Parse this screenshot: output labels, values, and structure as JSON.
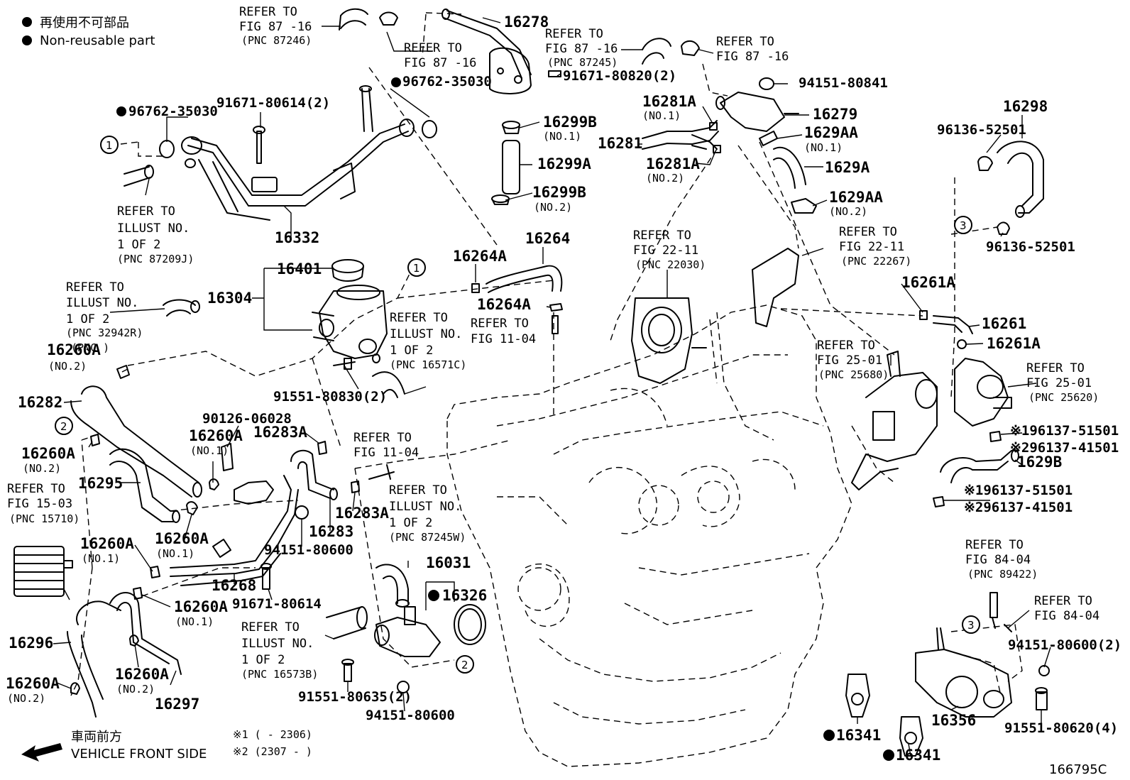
{
  "legend": {
    "line1": "再使用不可部品",
    "line2": "Non-reusable part"
  },
  "figure_number": "166795C",
  "front_side": {
    "jp": "車両前方",
    "en": "VEHICLE FRONT SIDE"
  },
  "notes": {
    "note1": "※1 (       - 2306)",
    "note2": "※2 (2307 -       )"
  },
  "callouts": {
    "c1a": "1",
    "c1b": "1",
    "c2a": "2",
    "c2b": "2",
    "c3a": "3",
    "c3b": "3"
  },
  "labels": {
    "p16278": "16278",
    "p16332": "16332",
    "p96762_a": "96762-35030",
    "p96762_b": "96762-35030",
    "p91671_80614_2": "91671-80614(2)",
    "p91671_80820_2": "91671-80820(2)",
    "p94151_80841": "94151-80841",
    "p16279": "16279",
    "p16281A_1": "16281A",
    "p16281A_1s": "(NO.1)",
    "p16281": "16281",
    "p16281A_2": "16281A",
    "p16281A_2s": "(NO.2)",
    "p1629AA_1": "1629AA",
    "p1629AA_1s": "(NO.1)",
    "p1629A": "1629A",
    "p1629AA_2": "1629AA",
    "p1629AA_2s": "(NO.2)",
    "p16298": "16298",
    "p96136_a": "96136-52501",
    "p96136_b": "96136-52501",
    "p16299B_1": "16299B",
    "p16299B_1s": "(NO.1)",
    "p16299A": "16299A",
    "p16299B_2": "16299B",
    "p16299B_2s": "(NO.2)",
    "p16264": "16264",
    "p16264A_a": "16264A",
    "p16264A_b": "16264A",
    "p16401": "16401",
    "p16304": "16304",
    "p91551_80830_2": "91551-80830(2)",
    "p16260A_t": "16260A",
    "p16260A_ts": "(NO.2)",
    "p16282": "16282",
    "p16260A_l": "16260A",
    "p16260A_ls": "(NO.2)",
    "p16295": "16295",
    "p90126": "90126-06028",
    "p16260A_m": "16260A",
    "p16260A_ms": "(NO.1)",
    "p16283A_a": "16283A",
    "p16283A_b": "16283A",
    "p16283": "16283",
    "p94151_80600_a": "94151-80600",
    "p16260A_n": "16260A",
    "p16260A_ns": "(NO.1)",
    "p16260A_o": "16260A",
    "p16260A_os": "(NO.1)",
    "p16268": "16268",
    "p91671_80614": "91671-80614",
    "p16260A_p": "16260A",
    "p16260A_ps": "(NO.1)",
    "p16296": "16296",
    "p16260A_q": "16260A",
    "p16260A_qs": "(NO.2)",
    "p16260A_r": "16260A",
    "p16260A_rs": "(NO.2)",
    "p16297": "16297",
    "p16031": "16031",
    "p16326": "16326",
    "p91551_80635_2": "91551-80635(2)",
    "p94151_80600_b": "94151-80600",
    "p16261A_a": "16261A",
    "p16261": "16261",
    "p16261A_b": "16261A",
    "p96137_51501_a": "※196137-51501",
    "p96137_41501_a": "※296137-41501",
    "p1629B": "1629B",
    "p96137_51501_b": "※196137-51501",
    "p96137_41501_b": "※296137-41501",
    "p94151_80600_2": "94151-80600(2)",
    "p16356": "16356",
    "p91551_80620_4": "91551-80620(4)",
    "p16341_a": "16341",
    "p16341_b": "16341"
  },
  "refs": {
    "r_fig87_16_a": {
      "l1": "REFER TO",
      "l2": "FIG 87 -16",
      "l3": "(PNC 87246)"
    },
    "r_fig87_16_b": {
      "l1": "REFER TO",
      "l2": "FIG 87 -16"
    },
    "r_fig87_16_c": {
      "l1": "REFER TO",
      "l2": "FIG 87 -16",
      "l3": "(PNC 87245)"
    },
    "r_fig87_16_d": {
      "l1": "REFER TO",
      "l2": "FIG 87 -16"
    },
    "r_illust_87209J": {
      "l1": "REFER TO",
      "l2": "ILLUST NO.",
      "l3": "1 OF 2",
      "l4": "(PNC 87209J)"
    },
    "r_illust_32942R": {
      "l1": "REFER TO",
      "l2": "ILLUST NO.",
      "l3": "1 OF 2",
      "l4": "(PNC 32942R)",
      "l5": "(PNC  )"
    },
    "r_illust_16571C": {
      "l1": "REFER TO",
      "l2": "ILLUST NO.",
      "l3": "1 OF 2",
      "l4": "(PNC 16571C)"
    },
    "r_fig11_04_a": {
      "l1": "REFER TO",
      "l2": "FIG 11-04"
    },
    "r_fig11_04_b": {
      "l1": "REFER TO",
      "l2": "FIG 11-04"
    },
    "r_fig22_11_a": {
      "l1": "REFER TO",
      "l2": "FIG 22-11",
      "l3": "(PNC 22030)"
    },
    "r_fig22_11_b": {
      "l1": "REFER TO",
      "l2": "FIG 22-11",
      "l3": "(PNC 22267)"
    },
    "r_fig25_01_a": {
      "l1": "REFER TO",
      "l2": "FIG 25-01",
      "l3": "(PNC 25680)"
    },
    "r_fig25_01_b": {
      "l1": "REFER TO",
      "l2": "FIG 25-01",
      "l3": "(PNC 25620)"
    },
    "r_fig15_03": {
      "l1": "REFER TO",
      "l2": "FIG 15-03",
      "l3": "(PNC 15710)"
    },
    "r_illust_87245W": {
      "l1": "REFER TO",
      "l2": "ILLUST NO.",
      "l3": "1 OF 2",
      "l4": "(PNC 87245W)"
    },
    "r_illust_16573B": {
      "l1": "REFER TO",
      "l2": "ILLUST NO.",
      "l3": "1 OF 2",
      "l4": "(PNC 16573B)"
    },
    "r_fig84_04_a": {
      "l1": "REFER TO",
      "l2": "FIG 84-04",
      "l3": "(PNC 89422)"
    },
    "r_fig84_04_b": {
      "l1": "REFER TO",
      "l2": "FIG 84-04"
    }
  }
}
